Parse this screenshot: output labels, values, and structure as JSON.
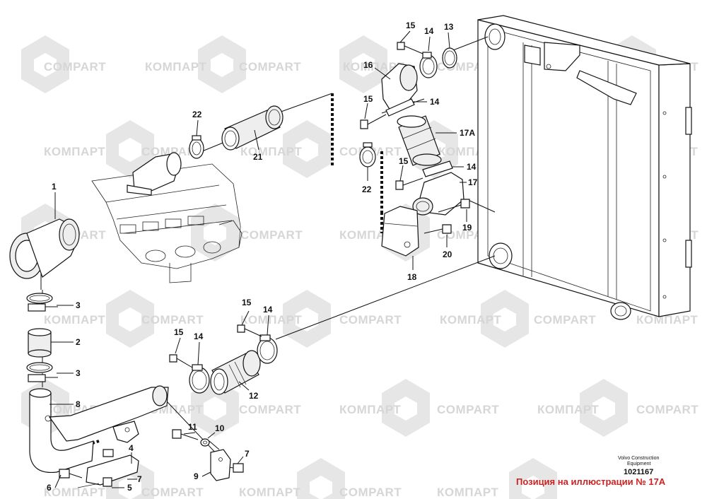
{
  "watermark": {
    "ru": "КОМПАРТ",
    "en": "COMPART"
  },
  "callouts": {
    "c1": "1",
    "c2": "2",
    "c3a": "3",
    "c3b": "3",
    "c4": "4",
    "c5": "5",
    "c6": "6",
    "c7a": "7",
    "c7b": "7",
    "c8": "8",
    "c9": "9",
    "c10": "10",
    "c11": "11",
    "c12": "12",
    "c13": "13",
    "c14a": "14",
    "c14b": "14",
    "c14c": "14",
    "c14d": "14",
    "c14e": "14",
    "c15a": "15",
    "c15b": "15",
    "c15c": "15",
    "c15d": "15",
    "c15e": "15",
    "c16": "16",
    "c17": "17",
    "c17a": "17A",
    "c18": "18",
    "c19": "19",
    "c20": "20",
    "c21": "21",
    "c22a": "22",
    "c22b": "22"
  },
  "footer": {
    "brand_line1": "Volvo Construction",
    "brand_line2": "Equipment",
    "drawing_number": "1021167",
    "position_note": "Позиция на иллюстрации № 17A"
  }
}
